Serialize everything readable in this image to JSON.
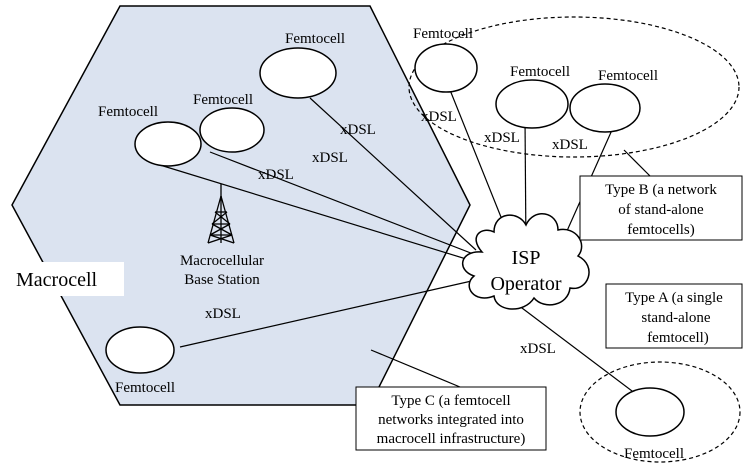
{
  "macrocell": {
    "label": "Macrocell"
  },
  "base_station": {
    "line1": "Macrocellular",
    "line2": "Base Station"
  },
  "femtocell_label": "Femtocell",
  "link_label": "xDSL",
  "isp": {
    "line1": "ISP",
    "line2": "Operator"
  },
  "type_a": {
    "line1": "Type A (a single",
    "line2": "stand-alone",
    "line3": "femtocell)"
  },
  "type_b": {
    "line1": "Type B (a network",
    "line2": "of stand-alone",
    "line3": "femtocells)"
  },
  "type_c": {
    "line1": "Type C (a femtocell",
    "line2": "networks integrated into",
    "line3": "macrocell infrastructure)"
  },
  "colors": {
    "macrocell_fill": "#dbe3f0",
    "stroke": "#000000"
  }
}
